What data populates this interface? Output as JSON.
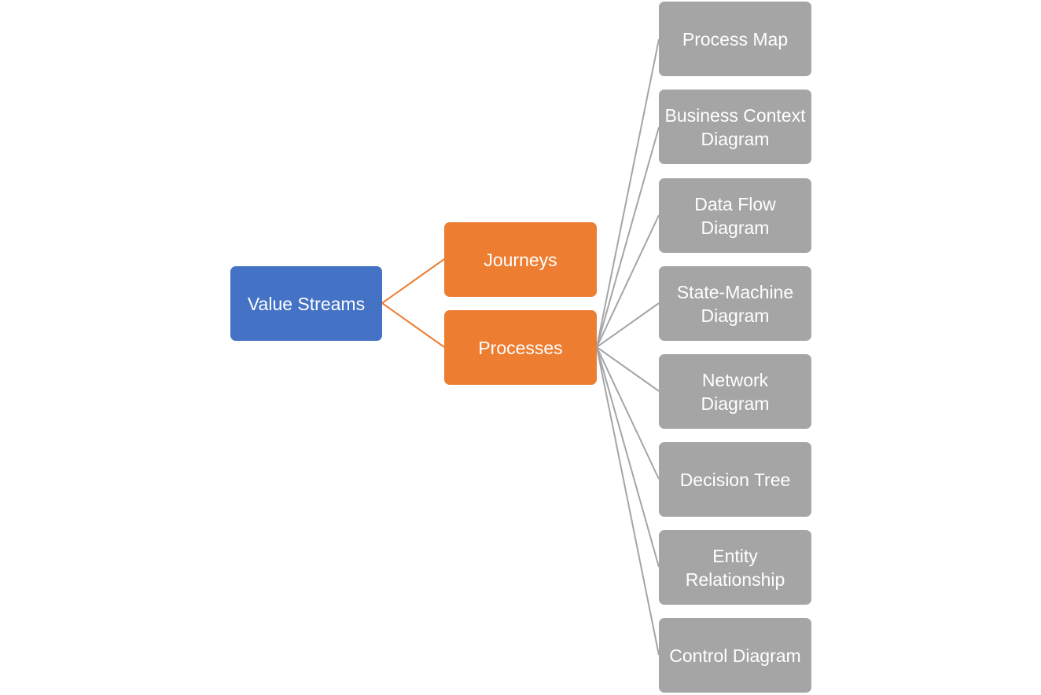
{
  "diagram": {
    "root": {
      "label": "Value Streams",
      "color": "#4472c4"
    },
    "level2": [
      {
        "label": "Journeys",
        "color": "#ed7d31"
      },
      {
        "label": "Processes",
        "color": "#ed7d31"
      }
    ],
    "leaves": [
      {
        "label": "Process Map"
      },
      {
        "label": "Business Context\nDiagram"
      },
      {
        "label": "Data Flow\nDiagram"
      },
      {
        "label": "State-Machine\nDiagram"
      },
      {
        "label": "Network\nDiagram"
      },
      {
        "label": "Decision Tree"
      },
      {
        "label": "Entity\nRelationship"
      },
      {
        "label": "Control Diagram"
      }
    ],
    "leaf_color": "#a5a5a5",
    "connector_colors": {
      "root_to_level2": "#ed7d31",
      "processes_to_leaves": "#a5a5a5"
    }
  }
}
